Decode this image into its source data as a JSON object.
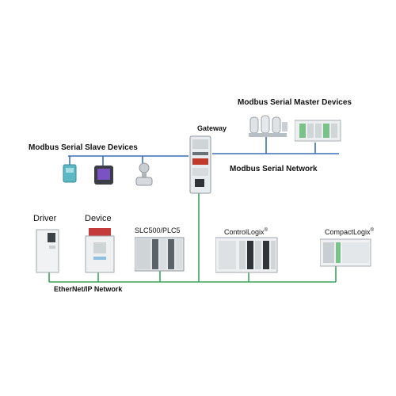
{
  "labels": {
    "modbus_master": "Modbus Serial Master Devices",
    "gateway": "Gateway",
    "modbus_slave": "Modbus Serial Slave Devices",
    "modbus_network": "Modbus Serial Network",
    "driver": "Driver",
    "device": "Device",
    "slc500": "SLC500/PLC5",
    "controllogix": "ControlLogix",
    "compactlogix": "CompactLogix",
    "registered": "®",
    "ethernet": "EtherNet/IP Network"
  },
  "colors": {
    "modbus_line": "#3b6fb6",
    "ethernet_line": "#3aa35c",
    "label_text": "#111111"
  }
}
